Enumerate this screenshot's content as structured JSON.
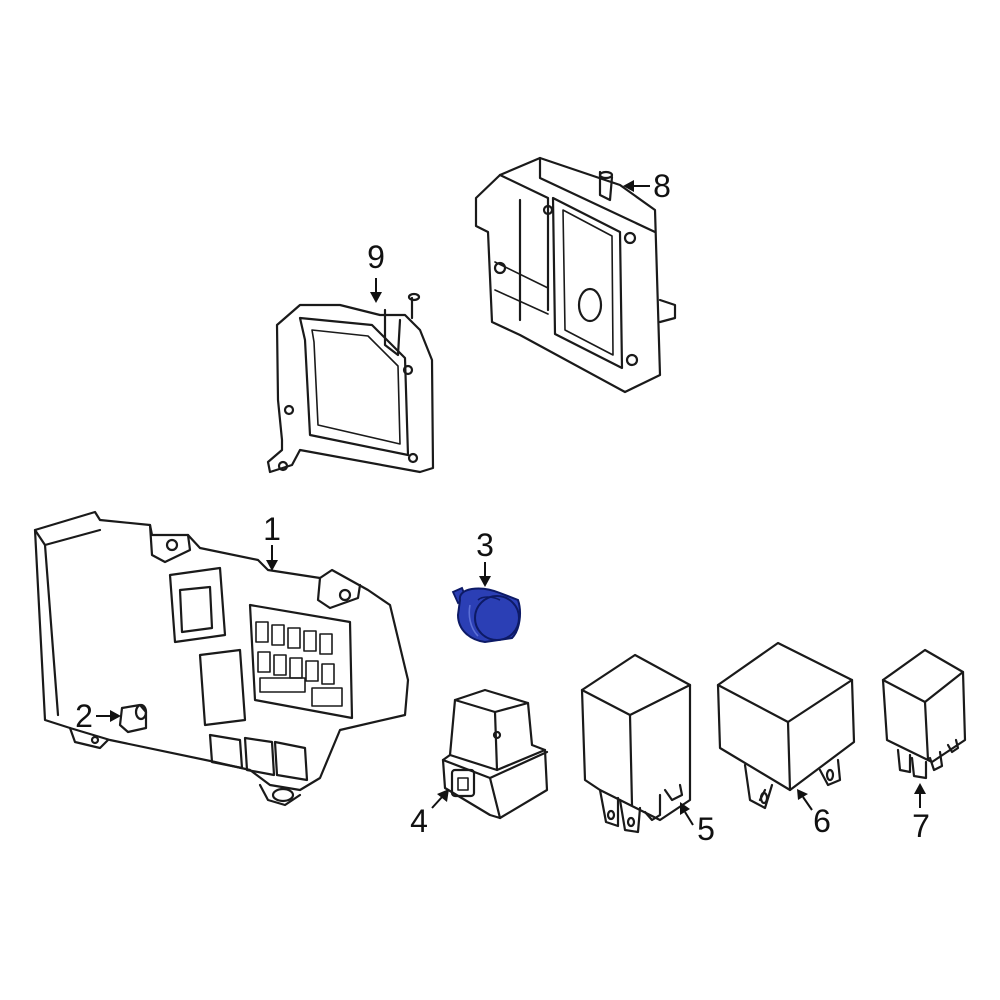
{
  "callouts": {
    "c1": "1",
    "c2": "2",
    "c3": "3",
    "c4": "4",
    "c5": "5",
    "c6": "6",
    "c7": "7",
    "c8": "8",
    "c9": "9"
  },
  "colors": {
    "line": "#1a1a1a",
    "highlight_fill": "#2b3fb5",
    "highlight_stroke": "#0d1a66",
    "background": "#ffffff"
  }
}
